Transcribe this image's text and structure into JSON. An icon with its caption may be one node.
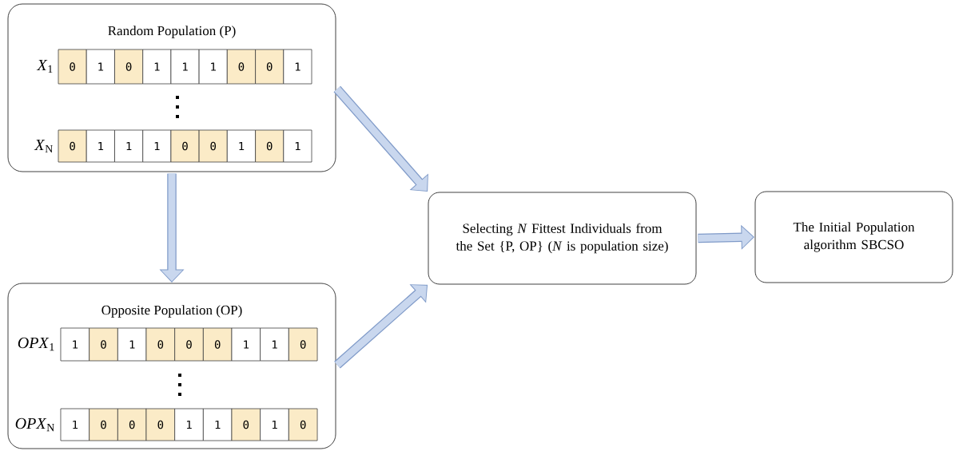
{
  "diagram": {
    "nodes": [
      {
        "text": [
          "Random Population (P)"
        ]
      },
      {
        "text": [
          "0"
        ],
        "in": 0
      },
      {
        "text": [
          "1"
        ],
        "in": 0
      },
      {
        "text": [
          "0"
        ],
        "in": 0
      },
      {
        "text": [
          "1"
        ],
        "in": 0
      },
      {
        "text": [
          "1"
        ],
        "in": 0
      },
      {
        "text": [
          "1"
        ],
        "in": 0
      },
      {
        "text": [
          "0"
        ],
        "in": 0
      },
      {
        "text": [
          "0"
        ],
        "in": 0
      },
      {
        "text": [
          "1"
        ],
        "in": 0
      },
      {
        "text": [
          "0"
        ],
        "in": 0
      },
      {
        "text": [
          "1"
        ],
        "in": 0
      },
      {
        "text": [
          "1"
        ],
        "in": 0
      },
      {
        "text": [
          "1"
        ],
        "in": 0
      },
      {
        "text": [
          "0"
        ],
        "in": 0
      },
      {
        "text": [
          "0"
        ],
        "in": 0
      },
      {
        "text": [
          "1"
        ],
        "in": 0
      },
      {
        "text": [
          "0"
        ],
        "in": 0
      },
      {
        "text": [
          "1"
        ],
        "in": 0
      },
      {
        "text": [
          "Opposite Population (OP)"
        ]
      },
      {
        "text": [
          "1"
        ],
        "in": 19
      },
      {
        "text": [
          "0"
        ],
        "in": 19
      },
      {
        "text": [
          "1"
        ],
        "in": 19
      },
      {
        "text": [
          "0"
        ],
        "in": 19
      },
      {
        "text": [
          "0"
        ],
        "in": 19
      },
      {
        "text": [
          "0"
        ],
        "in": 19
      },
      {
        "text": [
          "1"
        ],
        "in": 19
      },
      {
        "text": [
          "1"
        ],
        "in": 19
      },
      {
        "text": [
          "0"
        ],
        "in": 19
      },
      {
        "text": [
          "1"
        ],
        "in": 19
      },
      {
        "text": [
          "0"
        ],
        "in": 19
      },
      {
        "text": [
          "0"
        ],
        "in": 19
      },
      {
        "text": [
          "0"
        ],
        "in": 19
      },
      {
        "text": [
          "1"
        ],
        "in": 19
      },
      {
        "text": [
          "1"
        ],
        "in": 19
      },
      {
        "text": [
          "0"
        ],
        "in": 19
      },
      {
        "text": [
          "1"
        ],
        "in": 19
      },
      {
        "text": [
          "0"
        ],
        "in": 19
      },
      {
        "text": [
          "Selecting *N* Fittest Individuals from the Set {P, OP} (*N* is population size)"
        ]
      },
      {
        "text": [
          "The Initial Population algorithm SBCSO"
        ]
      }
    ],
    "edges": [
      {
        "from": 0,
        "to": 19,
        "arrow": "to"
      },
      {
        "from": 0,
        "to": 38,
        "arrow": "to"
      },
      {
        "from": 19,
        "to": 38,
        "arrow": "to"
      },
      {
        "from": 38,
        "to": 39,
        "arrow": "to"
      }
    ],
    "labels": [
      "*X*$_{1}$",
      "*X*$_{N}$",
      "*OPX*$_{1}$",
      "*OPX*$_{N}$"
    ]
  }
}
